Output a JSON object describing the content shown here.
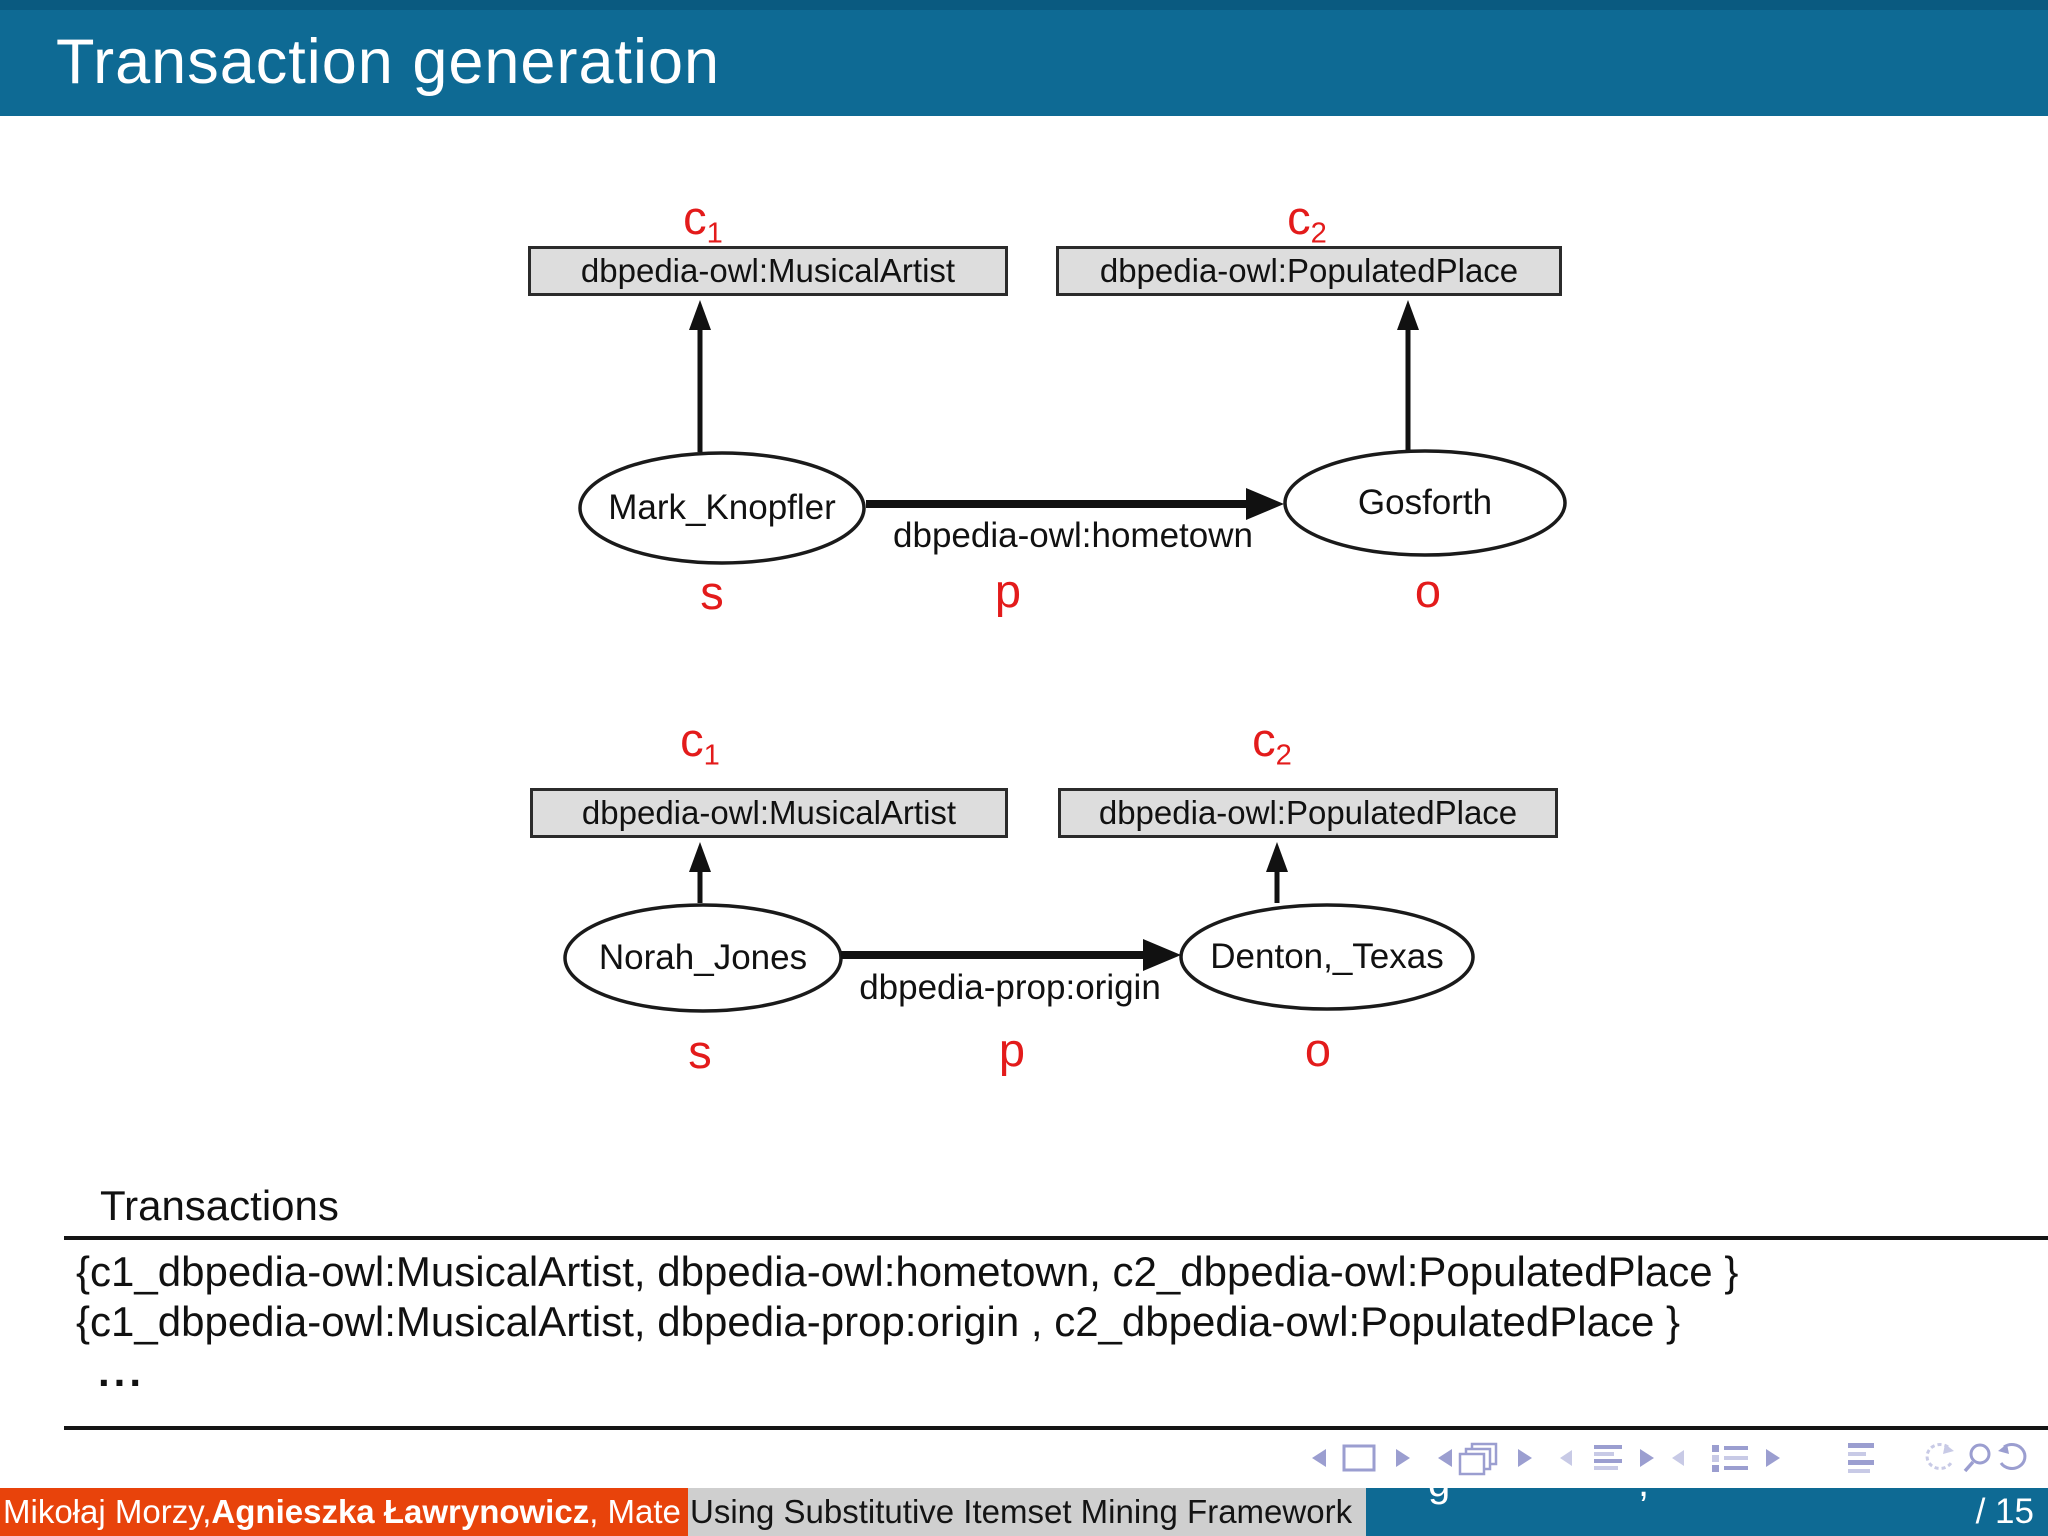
{
  "header": {
    "title": "Transaction generation"
  },
  "colors": {
    "header_blue": "#0e6a94",
    "header_strip": "#0a5a80",
    "accent_red": "#e31b1b",
    "footer_orange": "#e8430b",
    "footer_gray": "#cfcfcf",
    "box_fill": "#dddddd",
    "nav_icon": "#9b9ed0"
  },
  "diagrams": [
    {
      "c1": {
        "base": "c",
        "sub": "1"
      },
      "c2": {
        "base": "c",
        "sub": "2"
      },
      "class1": "dbpedia-owl:MusicalArtist",
      "class2": "dbpedia-owl:PopulatedPlace",
      "subject": "Mark_Knopfler",
      "predicate": "dbpedia-owl:hometown",
      "object": "Gosforth",
      "s": "s",
      "p": "p",
      "o": "o"
    },
    {
      "c1": {
        "base": "c",
        "sub": "1"
      },
      "c2": {
        "base": "c",
        "sub": "2"
      },
      "class1": "dbpedia-owl:MusicalArtist",
      "class2": "dbpedia-owl:PopulatedPlace",
      "subject": "Norah_Jones",
      "predicate": "dbpedia-prop:origin",
      "object": "Denton,_Texas",
      "s": "s",
      "p": "p",
      "o": "o"
    }
  ],
  "transactions": {
    "heading": "Transactions",
    "rows": [
      "{c1_dbpedia-owl:MusicalArtist, dbpedia-owl:hometown, c2_dbpedia-owl:PopulatedPlace }",
      "{c1_dbpedia-owl:MusicalArtist, dbpedia-prop:origin , c2_dbpedia-owl:PopulatedPlace }",
      "..."
    ]
  },
  "footer": {
    "authors_regular": "Mikołaj Morzy, ",
    "authors_bold": "Agnieszka Ławrynowicz",
    "authors_rest": ", Mate",
    "short_title": "Using Substitutive Itemset Mining Framework",
    "page_indicator": "/ 15",
    "clipped_fragments": {
      "g": "g",
      "comma": ","
    }
  }
}
